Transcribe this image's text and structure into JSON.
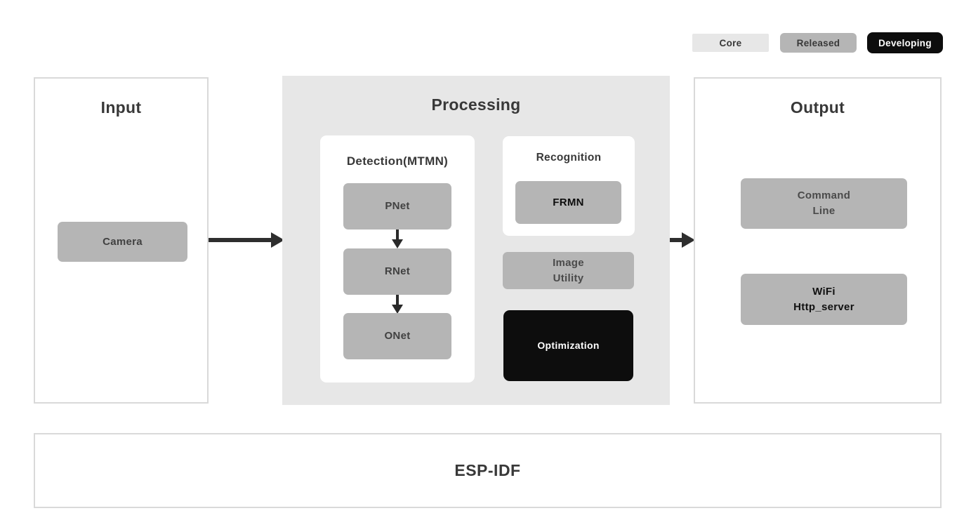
{
  "legend": {
    "core": {
      "label": "Core",
      "bg": "#e7e7e7",
      "text_color": "#383838"
    },
    "released": {
      "label": "Released",
      "bg": "#b5b5b5",
      "text_color": "#383838"
    },
    "developing": {
      "label": "Developing",
      "bg": "#0d0d0d",
      "text_color": "#ffffff"
    }
  },
  "input": {
    "title": "Input",
    "camera_label": "Camera"
  },
  "processing": {
    "title": "Processing",
    "detection": {
      "title": "Detection(MTMN)",
      "nodes": [
        "PNet",
        "RNet",
        "ONet"
      ]
    },
    "recognition": {
      "title": "Recognition",
      "node_label": "FRMN"
    },
    "image_utility": {
      "line1": "Image",
      "line2": "Utility"
    },
    "optimization": {
      "label": "Optimization"
    }
  },
  "output": {
    "title": "Output",
    "command_line": {
      "line1": "Command",
      "line2": "Line"
    },
    "wifi": {
      "line1": "WiFi",
      "line2": "Http_server"
    }
  },
  "foundation": {
    "title": "ESP-IDF"
  },
  "colors": {
    "panel_light_gray": "#e7e7e7",
    "node_gray": "#b5b5b5",
    "node_black": "#0d0d0d",
    "title_text": "#383838",
    "node_text_gray": "#444444",
    "node_text_black": "#111111",
    "panel_border": "#d9d9d9",
    "arrow": "#2e2e2e",
    "background": "#ffffff"
  }
}
